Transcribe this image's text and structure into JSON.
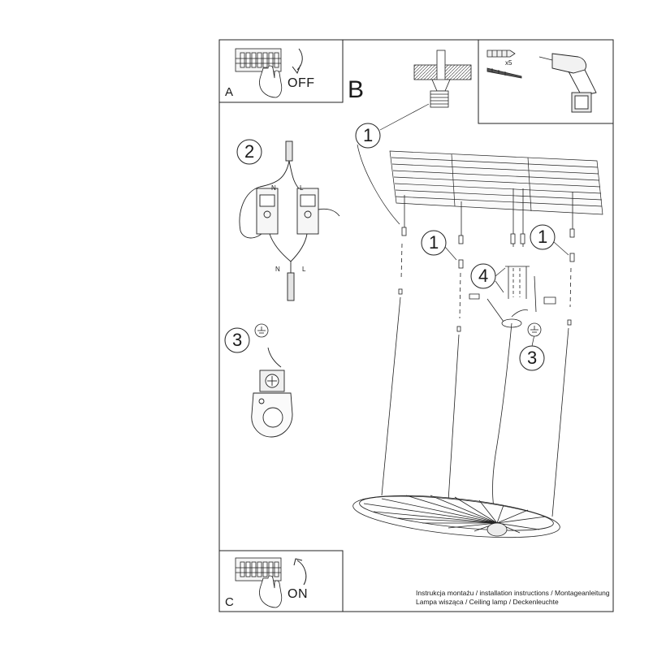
{
  "panels": {
    "a": {
      "letter": "A",
      "state": "OFF"
    },
    "b": {
      "letter": "B"
    },
    "c": {
      "letter": "C",
      "state": "ON"
    }
  },
  "tools": {
    "anchor_count": "x5"
  },
  "wiring": {
    "neutral": "N",
    "live": "L"
  },
  "steps": {
    "one": "1",
    "two": "2",
    "three": "3",
    "four": "4"
  },
  "caption": {
    "line1": "Instrukcja montażu / installation instructions / Montageanleitung",
    "line2": "Lampa wisząca / Ceiling lamp / Deckenleuchte"
  }
}
